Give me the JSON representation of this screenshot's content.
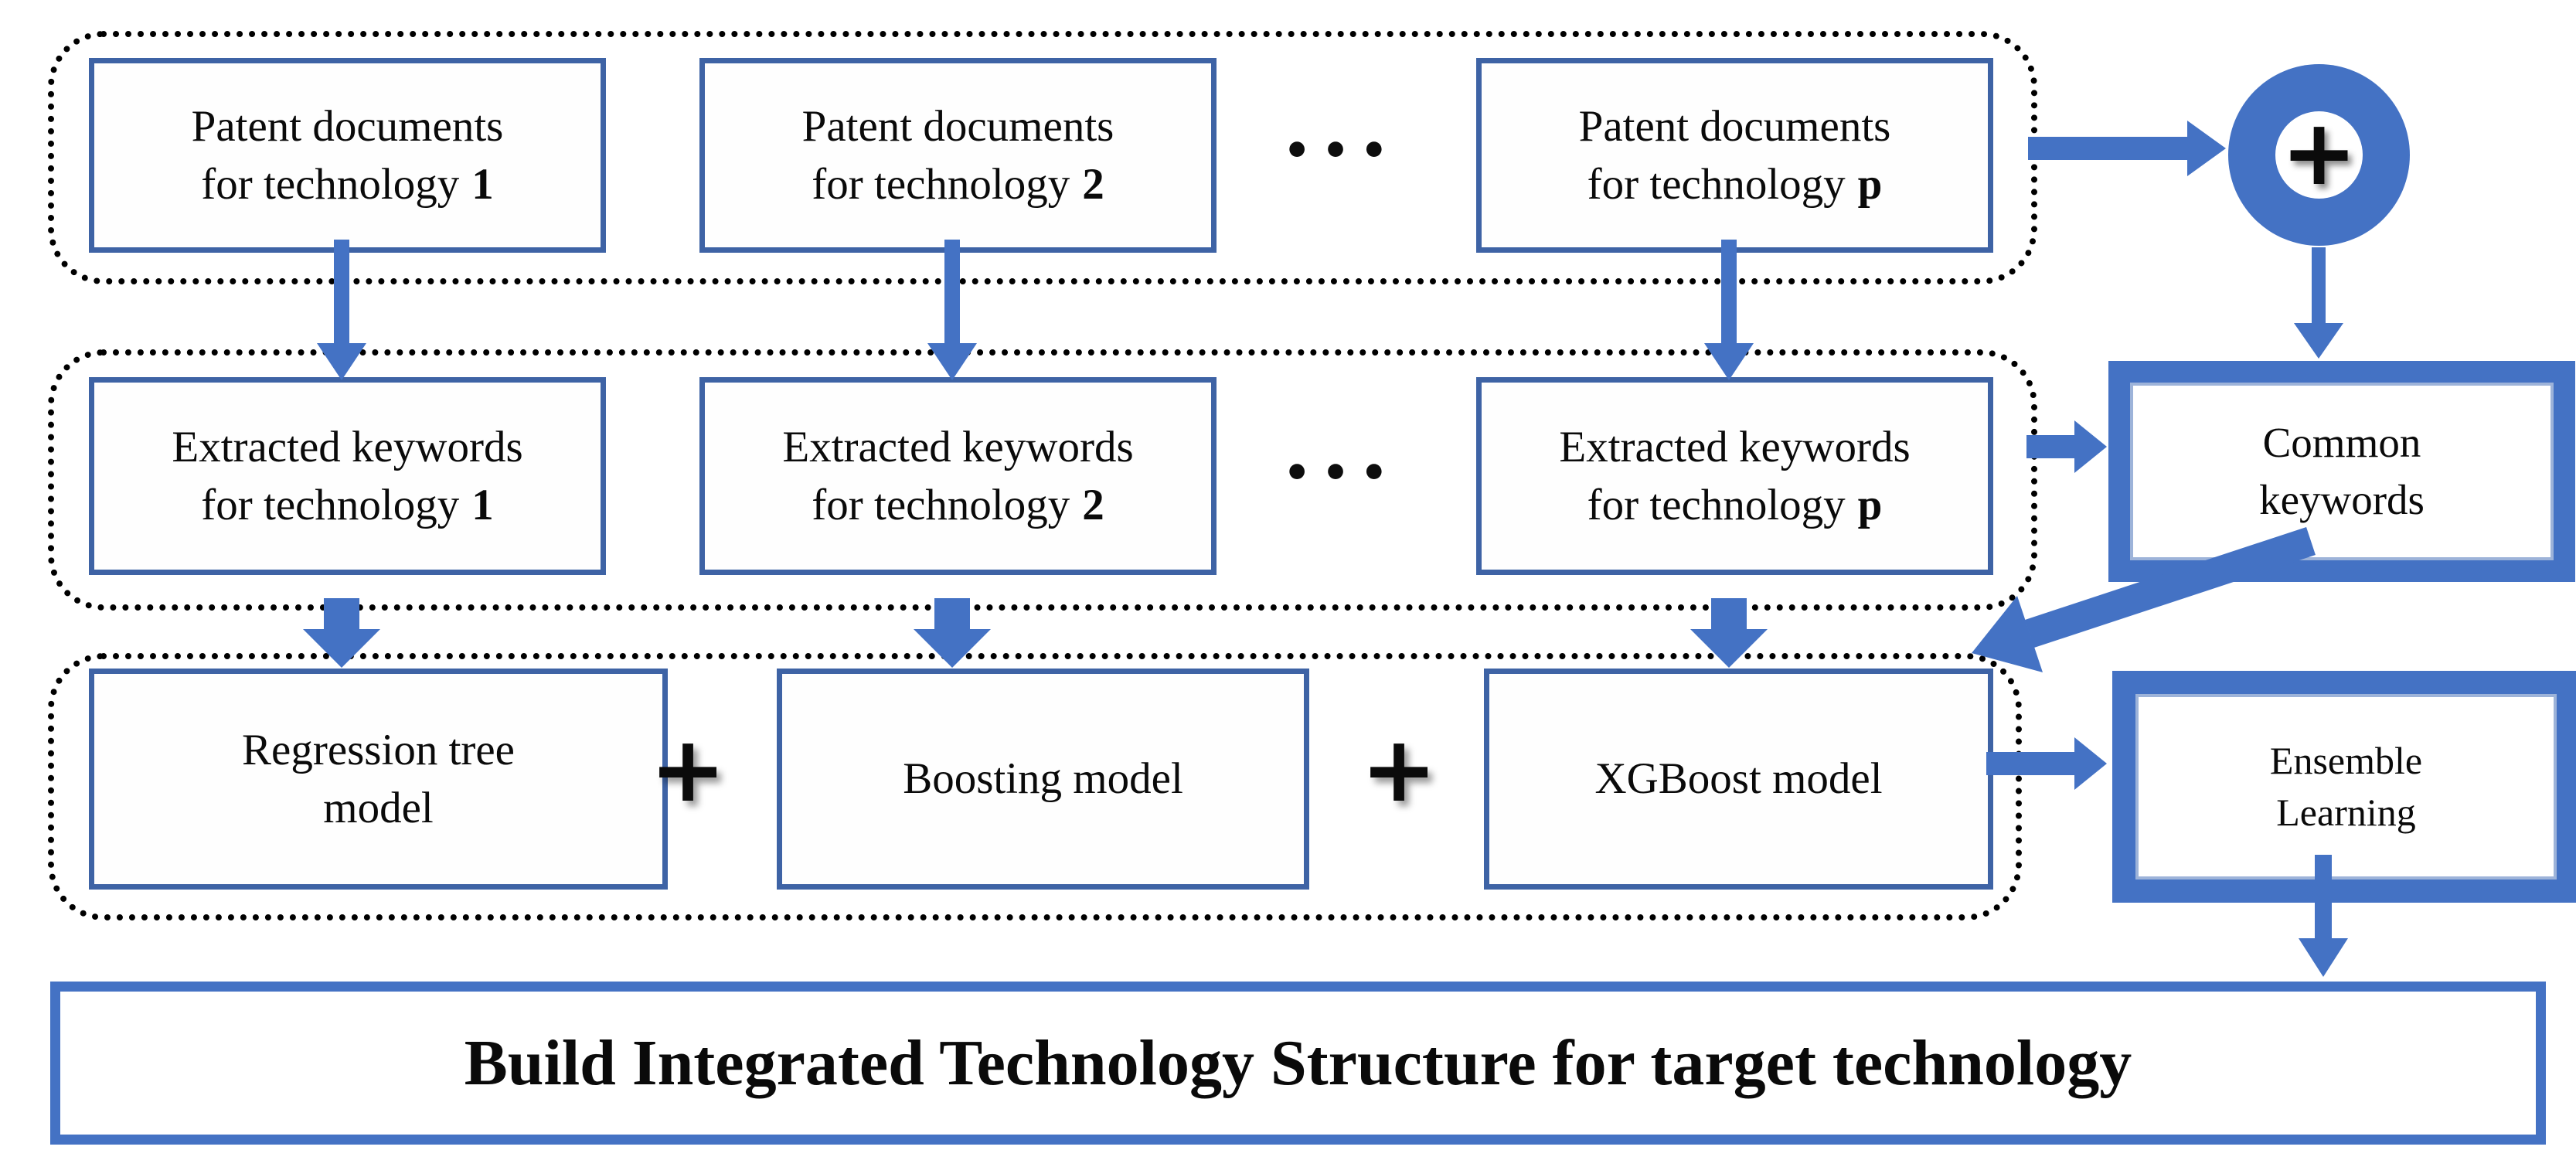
{
  "rows": [
    {
      "boxes": [
        {
          "line1": "Patent documents",
          "line2": "for technology",
          "index": "1"
        },
        {
          "line1": "Patent documents",
          "line2": "for technology",
          "index": "2"
        },
        {
          "line1": "Patent documents",
          "line2": "for technology",
          "index": "p"
        }
      ],
      "ellipsis": "•••"
    },
    {
      "boxes": [
        {
          "line1": "Extracted keywords",
          "line2": "for technology",
          "index": "1"
        },
        {
          "line1": "Extracted keywords",
          "line2": "for technology",
          "index": "2"
        },
        {
          "line1": "Extracted keywords",
          "line2": "for technology",
          "index": "p"
        }
      ],
      "ellipsis": "•••"
    },
    {
      "boxes": [
        {
          "line1": "Regression tree",
          "line2": "model"
        },
        {
          "line1": "Boosting model"
        },
        {
          "line1": "XGBoost model"
        }
      ],
      "plus": "+"
    }
  ],
  "aggregator": {
    "plus": "+"
  },
  "common_keywords": {
    "line1": "Common",
    "line2": "keywords"
  },
  "ensemble": {
    "line1": "Ensemble",
    "line2": "Learning"
  },
  "banner": {
    "text": "Build Integrated Technology Structure for target technology"
  },
  "colors": {
    "arrow": "#4472C4",
    "thin_box_border": "#3E63A5",
    "thick_box_border": "#4472C4",
    "dotted_border": "#000000",
    "text": "#0A0A0A"
  }
}
